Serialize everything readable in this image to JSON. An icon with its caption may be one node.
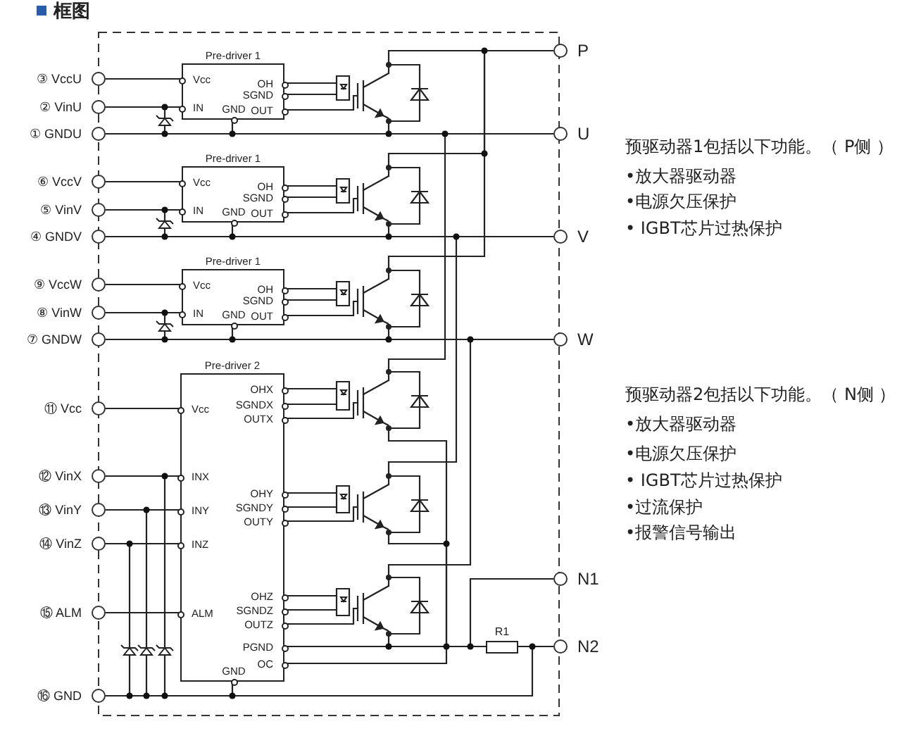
{
  "diagram": {
    "title": "框图",
    "nodes": [
      {
        "text": [],
        "shape": "circle",
        "beside": [
          "③ VccU"
        ]
      },
      {
        "text": [],
        "shape": "circle",
        "beside": [
          "② VinU"
        ]
      },
      {
        "text": [],
        "shape": "circle",
        "beside": [
          "① GNDU"
        ]
      },
      {
        "text": [],
        "shape": "circle",
        "beside": [
          "⑥ VccV"
        ]
      },
      {
        "text": [],
        "shape": "circle",
        "beside": [
          "⑤ VinV"
        ]
      },
      {
        "text": [],
        "shape": "circle",
        "beside": [
          "④ GNDV"
        ]
      },
      {
        "text": [],
        "shape": "circle",
        "beside": [
          "⑨ VccW"
        ]
      },
      {
        "text": [],
        "shape": "circle",
        "beside": [
          "⑧ VinW"
        ]
      },
      {
        "text": [],
        "shape": "circle",
        "beside": [
          "⑦ GNDW"
        ]
      },
      {
        "text": [],
        "shape": "circle",
        "beside": [
          "⑪ Vcc"
        ]
      },
      {
        "text": [],
        "shape": "circle",
        "beside": [
          "⑫ VinX"
        ]
      },
      {
        "text": [],
        "shape": "circle",
        "beside": [
          "⑬ VinY"
        ]
      },
      {
        "text": [],
        "shape": "circle",
        "beside": [
          "⑭ VinZ"
        ]
      },
      {
        "text": [],
        "shape": "circle",
        "beside": [
          "⑮ ALM"
        ]
      },
      {
        "text": [],
        "shape": "circle",
        "beside": [
          "⑯ GND"
        ]
      },
      {
        "text": [],
        "shape": "circle",
        "beside": [
          "P"
        ]
      },
      {
        "text": [],
        "shape": "circle",
        "beside": [
          "U"
        ]
      },
      {
        "text": [],
        "shape": "circle",
        "beside": [
          "V"
        ]
      },
      {
        "text": [],
        "shape": "circle",
        "beside": [
          "W"
        ]
      },
      {
        "text": [],
        "shape": "circle",
        "beside": [
          "N1"
        ]
      },
      {
        "text": [],
        "shape": "circle",
        "beside": [
          "N2"
        ]
      },
      {
        "text": [
          "Pre-driver 1",
          "Vcc",
          "IN",
          "GND",
          "OH",
          "SGND",
          "OUT"
        ]
      },
      {
        "text": [
          "Pre-driver 1",
          "Vcc",
          "IN",
          "GND",
          "OH",
          "SGND",
          "OUT"
        ]
      },
      {
        "text": [
          "Pre-driver 1",
          "Vcc",
          "IN",
          "GND",
          "OH",
          "SGND",
          "OUT"
        ]
      },
      {
        "text": [
          "Pre-driver 2",
          "Vcc",
          "INX",
          "INY",
          "INZ",
          "ALM",
          "GND",
          "OHX",
          "SGNDX",
          "OUTX",
          "OHY",
          "SGNDY",
          "OUTY",
          "OHZ",
          "SGNDZ",
          "OUTZ",
          "PGND",
          "OC"
        ]
      },
      {
        "text": [],
        "shape": "transistor"
      },
      {
        "text": [],
        "shape": "transistor"
      },
      {
        "text": [],
        "shape": "transistor"
      },
      {
        "text": [],
        "shape": "transistor"
      },
      {
        "text": [],
        "shape": "transistor"
      },
      {
        "text": [],
        "shape": "transistor"
      },
      {
        "text": [],
        "shape": "diode"
      },
      {
        "text": [],
        "shape": "diode"
      },
      {
        "text": [],
        "shape": "diode"
      },
      {
        "text": [],
        "shape": "diode"
      },
      {
        "text": [],
        "shape": "diode"
      },
      {
        "text": [],
        "shape": "diode"
      },
      {
        "text": [],
        "shape": "box",
        "beside": [
          "R1"
        ]
      }
    ],
    "edges": [
      {
        "from": 0,
        "to": 21,
        "arrow": "none"
      },
      {
        "from": 1,
        "to": 21,
        "arrow": "none"
      },
      {
        "from": 2,
        "to": 16,
        "arrow": "none"
      },
      {
        "from": 21,
        "to": 2,
        "arrow": "none"
      },
      {
        "from": 31,
        "to": 1,
        "arrow": "none"
      },
      {
        "from": 31,
        "to": 2,
        "arrow": "none"
      },
      {
        "from": 21,
        "to": 25,
        "arrow": "none"
      },
      {
        "from": 21,
        "to": 25,
        "arrow": "none"
      },
      {
        "from": 21,
        "to": 25,
        "arrow": "none"
      },
      {
        "from": 25,
        "to": 16,
        "arrow": "none"
      },
      {
        "from": 3,
        "to": 22,
        "arrow": "none"
      },
      {
        "from": 4,
        "to": 22,
        "arrow": "none"
      },
      {
        "from": 5,
        "to": 17,
        "arrow": "none"
      },
      {
        "from": 22,
        "to": 5,
        "arrow": "none"
      },
      {
        "from": 32,
        "to": 4,
        "arrow": "none"
      },
      {
        "from": 32,
        "to": 5,
        "arrow": "none"
      },
      {
        "from": 22,
        "to": 26,
        "arrow": "none"
      },
      {
        "from": 22,
        "to": 26,
        "arrow": "none"
      },
      {
        "from": 22,
        "to": 26,
        "arrow": "none"
      },
      {
        "from": 26,
        "to": 17,
        "arrow": "none"
      },
      {
        "from": 6,
        "to": 23,
        "arrow": "none"
      },
      {
        "from": 7,
        "to": 23,
        "arrow": "none"
      },
      {
        "from": 8,
        "to": 18,
        "arrow": "none"
      },
      {
        "from": 23,
        "to": 8,
        "arrow": "none"
      },
      {
        "from": 33,
        "to": 7,
        "arrow": "none"
      },
      {
        "from": 33,
        "to": 8,
        "arrow": "none"
      },
      {
        "from": 23,
        "to": 27,
        "arrow": "none"
      },
      {
        "from": 23,
        "to": 27,
        "arrow": "none"
      },
      {
        "from": 23,
        "to": 27,
        "arrow": "none"
      },
      {
        "from": 27,
        "to": 18,
        "arrow": "none"
      },
      {
        "from": 25,
        "to": 15,
        "arrow": "none"
      },
      {
        "from": 26,
        "to": 15,
        "arrow": "none"
      },
      {
        "from": 27,
        "to": 15,
        "arrow": "none"
      },
      {
        "from": 28,
        "to": 16,
        "arrow": "none"
      },
      {
        "from": 29,
        "to": 17,
        "arrow": "none"
      },
      {
        "from": 30,
        "to": 18,
        "arrow": "none"
      },
      {
        "from": 9,
        "to": 24,
        "arrow": "none"
      },
      {
        "from": 10,
        "to": 24,
        "arrow": "none"
      },
      {
        "from": 11,
        "to": 24,
        "arrow": "none"
      },
      {
        "from": 12,
        "to": 24,
        "arrow": "none"
      },
      {
        "from": 13,
        "to": 24,
        "arrow": "none"
      },
      {
        "from": 24,
        "to": 28,
        "arrow": "none"
      },
      {
        "from": 24,
        "to": 28,
        "arrow": "none"
      },
      {
        "from": 24,
        "to": 28,
        "arrow": "none"
      },
      {
        "from": 24,
        "to": 29,
        "arrow": "none"
      },
      {
        "from": 24,
        "to": 29,
        "arrow": "none"
      },
      {
        "from": 24,
        "to": 29,
        "arrow": "none"
      },
      {
        "from": 24,
        "to": 30,
        "arrow": "none"
      },
      {
        "from": 24,
        "to": 30,
        "arrow": "none"
      },
      {
        "from": 24,
        "to": 30,
        "arrow": "none"
      },
      {
        "from": 24,
        "to": 14,
        "arrow": "none"
      },
      {
        "from": 34,
        "to": 12,
        "arrow": "none"
      },
      {
        "from": 34,
        "to": 14,
        "arrow": "none"
      },
      {
        "from": 35,
        "to": 11,
        "arrow": "none"
      },
      {
        "from": 35,
        "to": 14,
        "arrow": "none"
      },
      {
        "from": 36,
        "to": 10,
        "arrow": "none"
      },
      {
        "from": 36,
        "to": 14,
        "arrow": "none"
      },
      {
        "from": 28,
        "to": 37,
        "arrow": "none"
      },
      {
        "from": 29,
        "to": 37,
        "arrow": "none"
      },
      {
        "from": 30,
        "to": 37,
        "arrow": "none"
      },
      {
        "from": 24,
        "to": 37,
        "arrow": "none"
      },
      {
        "from": 24,
        "to": 37,
        "arrow": "none"
      },
      {
        "from": 19,
        "to": 37,
        "arrow": "none"
      },
      {
        "from": 37,
        "to": 20,
        "arrow": "none"
      },
      {
        "from": 14,
        "to": 20,
        "arrow": "none"
      }
    ],
    "labels": [
      "预驱动器1包括以下功能。（ P侧 ）",
      "•放大器驱动器",
      "•电源欠压保护",
      "• IGBT芯片过热保护",
      "预驱动器2包括以下功能。（ N侧 ）",
      "•放大器驱动器",
      "•电源欠压保护",
      "• IGBT芯片过热保护",
      "•过流保护",
      "•报警信号输出"
    ]
  }
}
